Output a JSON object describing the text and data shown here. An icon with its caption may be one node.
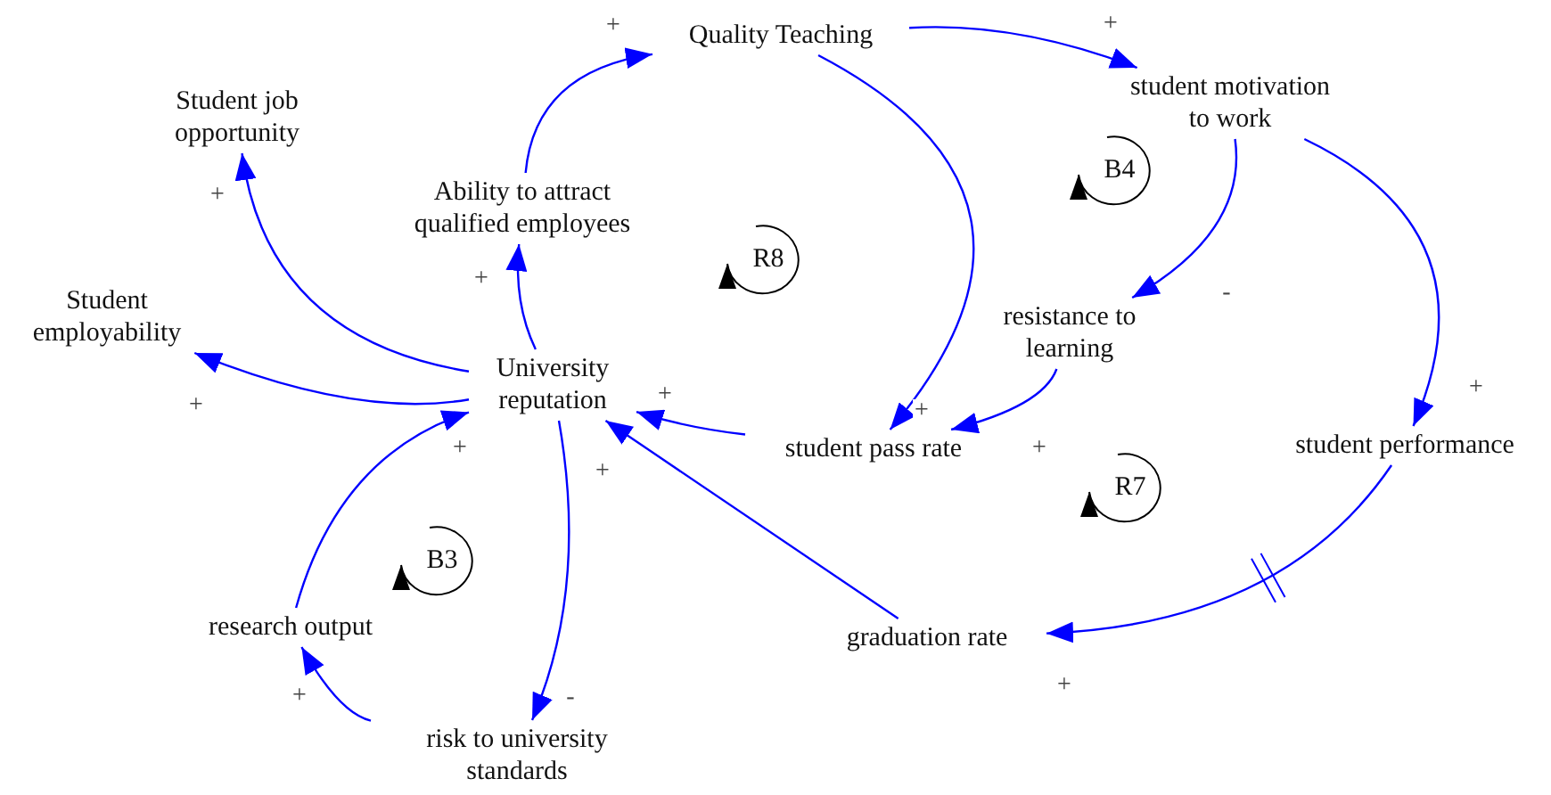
{
  "diagram": {
    "nodes": [
      {
        "text": [
          "Quality Teaching"
        ]
      },
      {
        "text": [
          "student motivation to work"
        ]
      },
      {
        "text": [
          "Student job opportunity"
        ]
      },
      {
        "text": [
          "Ability to attract qualified employees"
        ]
      },
      {
        "text": [
          "resistance to learning"
        ]
      },
      {
        "text": [
          "Student employability"
        ]
      },
      {
        "text": [
          "University reputation"
        ]
      },
      {
        "text": [
          "student pass rate"
        ]
      },
      {
        "text": [
          "student performance"
        ]
      },
      {
        "text": [
          "research output"
        ]
      },
      {
        "text": [
          "graduation rate"
        ]
      },
      {
        "text": [
          "risk to university standards"
        ]
      }
    ],
    "edges": [
      {
        "from": 3,
        "to": 0,
        "arrow": "to",
        "label": "+"
      },
      {
        "from": 0,
        "to": 1,
        "arrow": "to",
        "label": "+"
      },
      {
        "from": 0,
        "to": 7,
        "arrow": "to",
        "label": "+"
      },
      {
        "from": 1,
        "to": 4,
        "arrow": "to",
        "label": "-"
      },
      {
        "from": 1,
        "to": 8,
        "arrow": "to",
        "label": "+"
      },
      {
        "from": 4,
        "to": 7,
        "arrow": "to",
        "label": "+"
      },
      {
        "from": 6,
        "to": 2,
        "arrow": "to",
        "label": "+"
      },
      {
        "from": 6,
        "to": 3,
        "arrow": "to",
        "label": "+"
      },
      {
        "from": 6,
        "to": 5,
        "arrow": "to",
        "label": "+"
      },
      {
        "from": 7,
        "to": 6,
        "arrow": "to",
        "label": "+"
      },
      {
        "from": 10,
        "to": 6,
        "arrow": "to",
        "label": "+"
      },
      {
        "from": 9,
        "to": 6,
        "arrow": "to",
        "label": "+"
      },
      {
        "from": 6,
        "to": 11,
        "arrow": "to",
        "label": "-"
      },
      {
        "from": 11,
        "to": 9,
        "arrow": "to",
        "label": "+"
      },
      {
        "from": 8,
        "to": 10,
        "arrow": "to",
        "label": "+"
      }
    ],
    "labels": [
      "B4",
      "R8",
      "R7",
      "B3"
    ]
  }
}
